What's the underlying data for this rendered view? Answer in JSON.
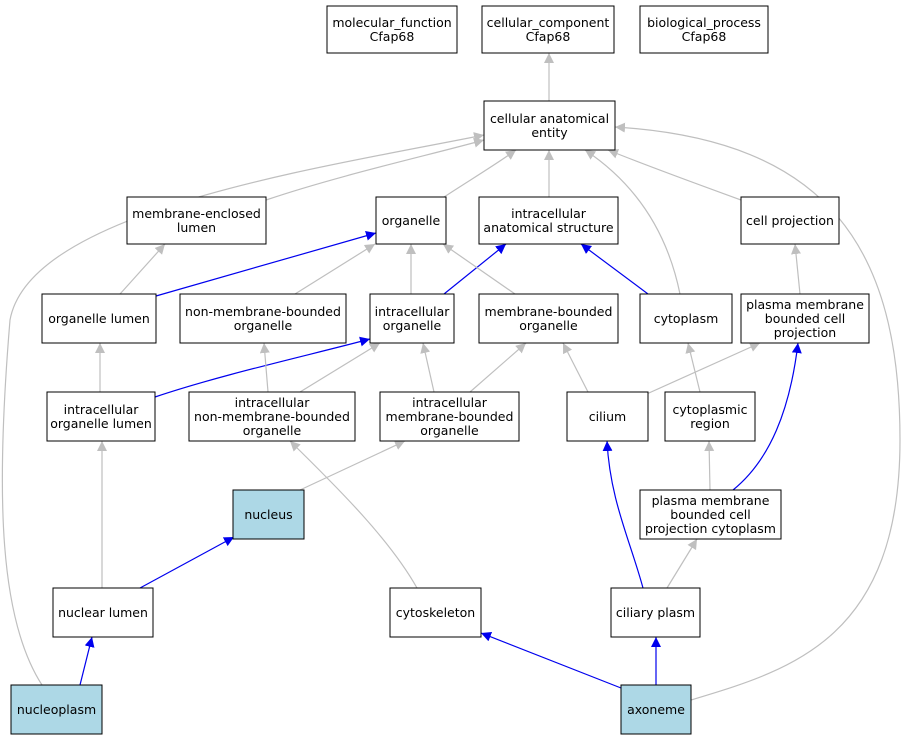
{
  "colors": {
    "highlight_fill": "#add8e6",
    "default_fill": "#ffffff",
    "is_a_edge": "#bfbfbf",
    "part_of_edge": "#0000ee"
  },
  "nodes": [
    {
      "id": "mf",
      "lines": [
        "molecular_function",
        "Cfap68"
      ],
      "highlight": false
    },
    {
      "id": "cc",
      "lines": [
        "cellular_component",
        "Cfap68"
      ],
      "highlight": false
    },
    {
      "id": "bp",
      "lines": [
        "biological_process",
        "Cfap68"
      ],
      "highlight": false
    },
    {
      "id": "cae",
      "lines": [
        "cellular anatomical",
        "entity"
      ],
      "highlight": false
    },
    {
      "id": "mel",
      "lines": [
        "membrane-enclosed",
        "lumen"
      ],
      "highlight": false
    },
    {
      "id": "org",
      "lines": [
        "organelle"
      ],
      "highlight": false
    },
    {
      "id": "ias",
      "lines": [
        "intracellular",
        "anatomical structure"
      ],
      "highlight": false
    },
    {
      "id": "cp",
      "lines": [
        "cell projection"
      ],
      "highlight": false
    },
    {
      "id": "ol",
      "lines": [
        "organelle lumen"
      ],
      "highlight": false
    },
    {
      "id": "nmbo",
      "lines": [
        "non-membrane-bounded",
        "organelle"
      ],
      "highlight": false
    },
    {
      "id": "io",
      "lines": [
        "intracellular",
        "organelle"
      ],
      "highlight": false
    },
    {
      "id": "mbo",
      "lines": [
        "membrane-bounded",
        "organelle"
      ],
      "highlight": false
    },
    {
      "id": "cyto",
      "lines": [
        "cytoplasm"
      ],
      "highlight": false
    },
    {
      "id": "pmbcp",
      "lines": [
        "plasma membrane",
        "bounded cell",
        "projection"
      ],
      "highlight": false
    },
    {
      "id": "iol",
      "lines": [
        "intracellular",
        "organelle lumen"
      ],
      "highlight": false
    },
    {
      "id": "inmbo",
      "lines": [
        "intracellular",
        "non-membrane-bounded",
        "organelle"
      ],
      "highlight": false
    },
    {
      "id": "imbo",
      "lines": [
        "intracellular",
        "membrane-bounded",
        "organelle"
      ],
      "highlight": false
    },
    {
      "id": "cil",
      "lines": [
        "cilium"
      ],
      "highlight": false
    },
    {
      "id": "cr",
      "lines": [
        "cytoplasmic",
        "region"
      ],
      "highlight": false
    },
    {
      "id": "nuc",
      "lines": [
        "nucleus"
      ],
      "highlight": true
    },
    {
      "id": "pmbcpc",
      "lines": [
        "plasma membrane",
        "bounded cell",
        "projection cytoplasm"
      ],
      "highlight": false
    },
    {
      "id": "nl",
      "lines": [
        "nuclear lumen"
      ],
      "highlight": false
    },
    {
      "id": "csk",
      "lines": [
        "cytoskeleton"
      ],
      "highlight": false
    },
    {
      "id": "cpl",
      "lines": [
        "ciliary plasm"
      ],
      "highlight": false
    },
    {
      "id": "np",
      "lines": [
        "nucleoplasm"
      ],
      "highlight": true
    },
    {
      "id": "axo",
      "lines": [
        "axoneme"
      ],
      "highlight": true
    }
  ],
  "edges": [
    {
      "from": "cae",
      "to": "cc",
      "type": "is_a"
    },
    {
      "from": "mel",
      "to": "cae",
      "type": "is_a"
    },
    {
      "from": "org",
      "to": "cae",
      "type": "is_a"
    },
    {
      "from": "ias",
      "to": "cae",
      "type": "is_a"
    },
    {
      "from": "cp",
      "to": "cae",
      "type": "is_a"
    },
    {
      "from": "cyto",
      "to": "cae",
      "type": "is_a"
    },
    {
      "from": "np",
      "to": "cae",
      "type": "is_a"
    },
    {
      "from": "axo",
      "to": "cae",
      "type": "is_a"
    },
    {
      "from": "ol",
      "to": "mel",
      "type": "is_a"
    },
    {
      "from": "ol",
      "to": "org",
      "type": "part_of"
    },
    {
      "from": "nmbo",
      "to": "org",
      "type": "is_a"
    },
    {
      "from": "io",
      "to": "org",
      "type": "is_a"
    },
    {
      "from": "io",
      "to": "ias",
      "type": "part_of"
    },
    {
      "from": "mbo",
      "to": "org",
      "type": "is_a"
    },
    {
      "from": "cyto",
      "to": "ias",
      "type": "part_of"
    },
    {
      "from": "pmbcp",
      "to": "cp",
      "type": "is_a"
    },
    {
      "from": "iol",
      "to": "ol",
      "type": "is_a"
    },
    {
      "from": "iol",
      "to": "io",
      "type": "part_of"
    },
    {
      "from": "inmbo",
      "to": "nmbo",
      "type": "is_a"
    },
    {
      "from": "inmbo",
      "to": "io",
      "type": "is_a"
    },
    {
      "from": "imbo",
      "to": "io",
      "type": "is_a"
    },
    {
      "from": "imbo",
      "to": "mbo",
      "type": "is_a"
    },
    {
      "from": "cil",
      "to": "mbo",
      "type": "is_a"
    },
    {
      "from": "cil",
      "to": "pmbcp",
      "type": "is_a"
    },
    {
      "from": "cr",
      "to": "cyto",
      "type": "is_a"
    },
    {
      "from": "pmbcpc",
      "to": "cr",
      "type": "is_a"
    },
    {
      "from": "pmbcpc",
      "to": "pmbcp",
      "type": "part_of"
    },
    {
      "from": "nuc",
      "to": "imbo",
      "type": "is_a"
    },
    {
      "from": "nl",
      "to": "iol",
      "type": "is_a"
    },
    {
      "from": "nl",
      "to": "nuc",
      "type": "part_of"
    },
    {
      "from": "csk",
      "to": "inmbo",
      "type": "is_a"
    },
    {
      "from": "cpl",
      "to": "pmbcpc",
      "type": "is_a"
    },
    {
      "from": "cpl",
      "to": "cil",
      "type": "part_of"
    },
    {
      "from": "np",
      "to": "nl",
      "type": "part_of"
    },
    {
      "from": "axo",
      "to": "csk",
      "type": "part_of"
    },
    {
      "from": "axo",
      "to": "cpl",
      "type": "part_of"
    }
  ]
}
